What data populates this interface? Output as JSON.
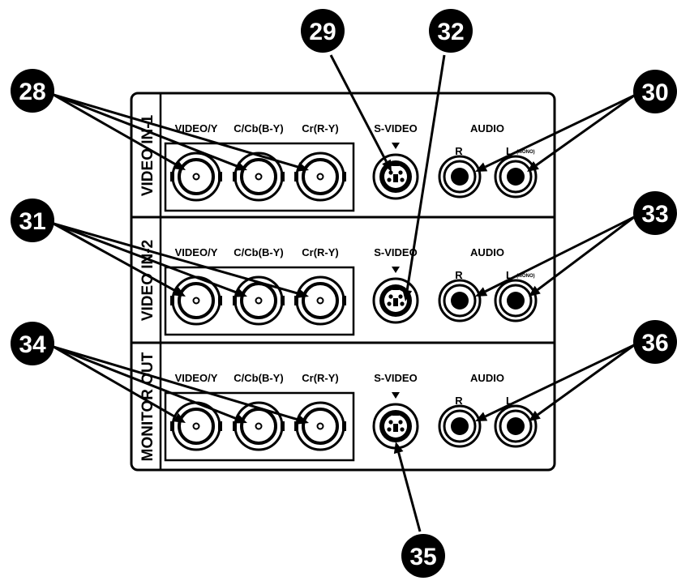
{
  "sections": [
    {
      "id": "video-in-1",
      "side_label": "VIDEO IN-1",
      "bnc_labels": [
        "VIDEO/Y",
        "C/Cb(B-Y)",
        "Cr(R-Y)"
      ],
      "svideo_label": "S-VIDEO",
      "audio_label": "AUDIO",
      "audio_r": "R",
      "audio_l": "L",
      "mono_note": "(MONO)"
    },
    {
      "id": "video-in-2",
      "side_label": "VIDEO IN-2",
      "bnc_labels": [
        "VIDEO/Y",
        "C/Cb(B-Y)",
        "Cr(R-Y)"
      ],
      "svideo_label": "S-VIDEO",
      "audio_label": "AUDIO",
      "audio_r": "R",
      "audio_l": "L",
      "mono_note": "(MONO)"
    },
    {
      "id": "monitor-out",
      "side_label": "MONITOR OUT",
      "bnc_labels": [
        "VIDEO/Y",
        "C/Cb(B-Y)",
        "Cr(R-Y)"
      ],
      "svideo_label": "S-VIDEO",
      "audio_label": "AUDIO",
      "audio_r": "R",
      "audio_l": "L",
      "mono_note": ""
    }
  ],
  "callouts": [
    "28",
    "29",
    "30",
    "31",
    "32",
    "33",
    "34",
    "35",
    "36"
  ],
  "colors": {
    "ink": "#000000",
    "paper": "#ffffff"
  }
}
